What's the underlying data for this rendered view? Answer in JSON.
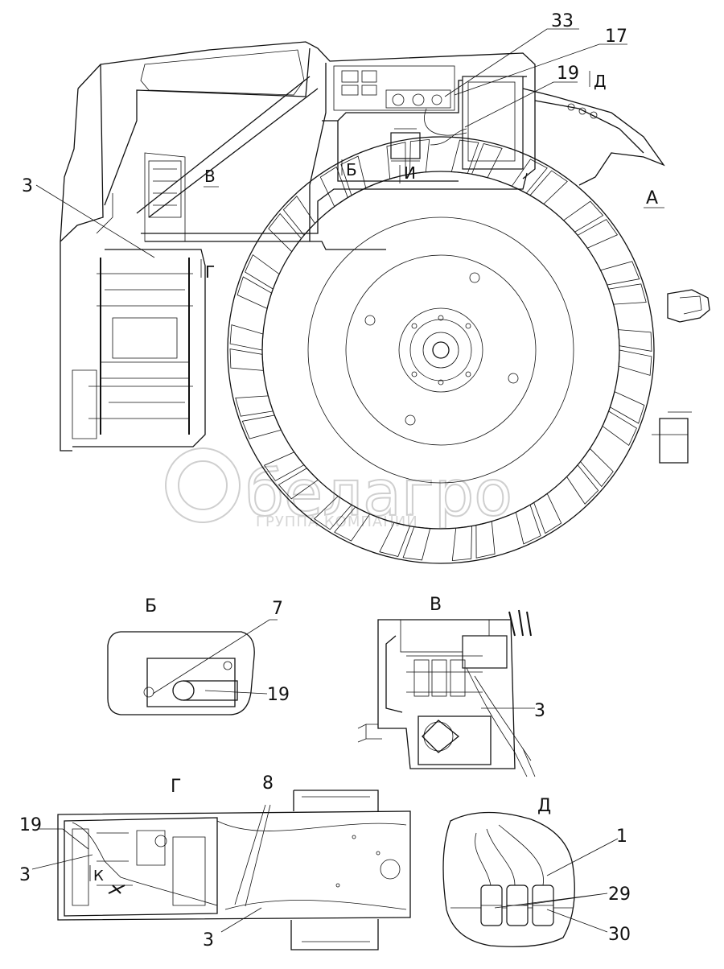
{
  "watermark": {
    "brand": "белагро",
    "subtitle": "ГРУППА КОМПАНИЙ"
  },
  "views": {
    "main": {
      "labels": [
        "33",
        "17",
        "19",
        "Д",
        "В",
        "3",
        "Б",
        "И",
        "А",
        "Г"
      ]
    },
    "b": {
      "title": "Б",
      "labels": [
        "7",
        "19"
      ]
    },
    "v": {
      "title": "В",
      "labels": [
        "3"
      ]
    },
    "g": {
      "title": "Г",
      "labels": [
        "8",
        "19",
        "3",
        "К",
        "3"
      ]
    },
    "d": {
      "title": "Д",
      "labels": [
        "1",
        "29",
        "30"
      ]
    }
  }
}
